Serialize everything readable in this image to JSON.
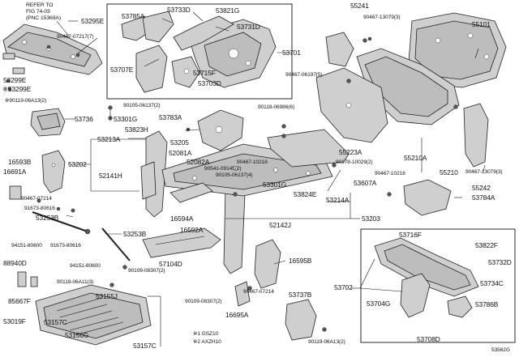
{
  "diagram": {
    "ref_note": [
      "REFER TO",
      "FIG 74-03",
      "(PNC 15369A)"
    ],
    "footer_id": "53562G",
    "footnotes": [
      "※1 GSZ10",
      "※2 AXZH10"
    ],
    "labels": {
      "l53295E": "53295E",
      "l90467_07217": "90467-07217(7)",
      "l53299E": "53299E",
      "l53299E_b": "※53299E",
      "l90119_06A13_2a": "※90119-06A13(2)",
      "l53736": "53736",
      "l16593B": "16593B",
      "l16691A": "16691A",
      "l53202": "53202",
      "l90467_07214a": "90467-07214",
      "l91673_80616a": "91673-80616",
      "l53253B_a": "53253B",
      "l94151_80600a": "94151-80600",
      "l91673_80616b": "91673-80616",
      "l53253B_b": "53253B",
      "l88940D": "88940D",
      "l94151_80600b": "94151-80600",
      "l90119_06A11": "90119-06A11(3)",
      "l85667F": "85667F",
      "l53019F": "53019F",
      "l53155J": "53155J",
      "l53157C_a": "53157C",
      "l53156G": "53156G",
      "l53157C_b": "53157C",
      "l53785A": "53785A",
      "l53733D": "53733D",
      "l53821G": "53821G",
      "l53731D": "53731D",
      "l53707E": "53707E",
      "l53715F": "53715F",
      "l53703D": "53703D",
      "l53701": "53701",
      "l90105_06137_2": "90105-06137(2)",
      "l53301G_a": "53301G",
      "l53783A": "53783A",
      "l53823H": "53823H",
      "l53213A": "53213A",
      "l53205": "53205",
      "l52081A": "52081A",
      "l52082A": "52082A",
      "l90541_09145": "90541-09145(2)",
      "l90105_06137_4": "90105-06137(4)",
      "l52141H": "52141H",
      "l53301G_b": "53301G",
      "l16594A": "16594A",
      "l16592A": "16592A",
      "l90109_08307_2a": "90109-08307(2)",
      "l57104D": "57104D",
      "l90109_08307_2b": "90109-08307(2)",
      "l90119_06986": "90119-06986(6)",
      "l90467_10216a": "90467-10216",
      "l53824E": "53824E",
      "l53214A": "53214A",
      "l52142J": "52142J",
      "l53203": "53203",
      "l16595B": "16595B",
      "l90467_07214b": "90467-07214",
      "l16695A": "16695A",
      "l53737B": "53737B",
      "l90119_06A13_2b": "90119-06A13(2)",
      "l55241": "55241",
      "l90467_13079_3a": "90467-13079(3)",
      "l55101": "55101",
      "l90467_06197": "90467-06197(5)",
      "l55223A": "55223A",
      "l55210A": "55210A",
      "l90178_10029": "90178-10029(2)",
      "l90467_10216b": "90467-10216",
      "l55210": "55210",
      "l90467_13079_3b": "90467-13079(3)",
      "l53607A": "53607A",
      "l55242": "55242",
      "l53784A": "53784A",
      "l53716F": "53716F",
      "l53822F": "53822F",
      "l53732D": "53732D",
      "l53702": "53702",
      "l53734C": "53734C",
      "l53704G": "53704G",
      "l53786B": "53786B",
      "l53708D": "53708D"
    }
  }
}
